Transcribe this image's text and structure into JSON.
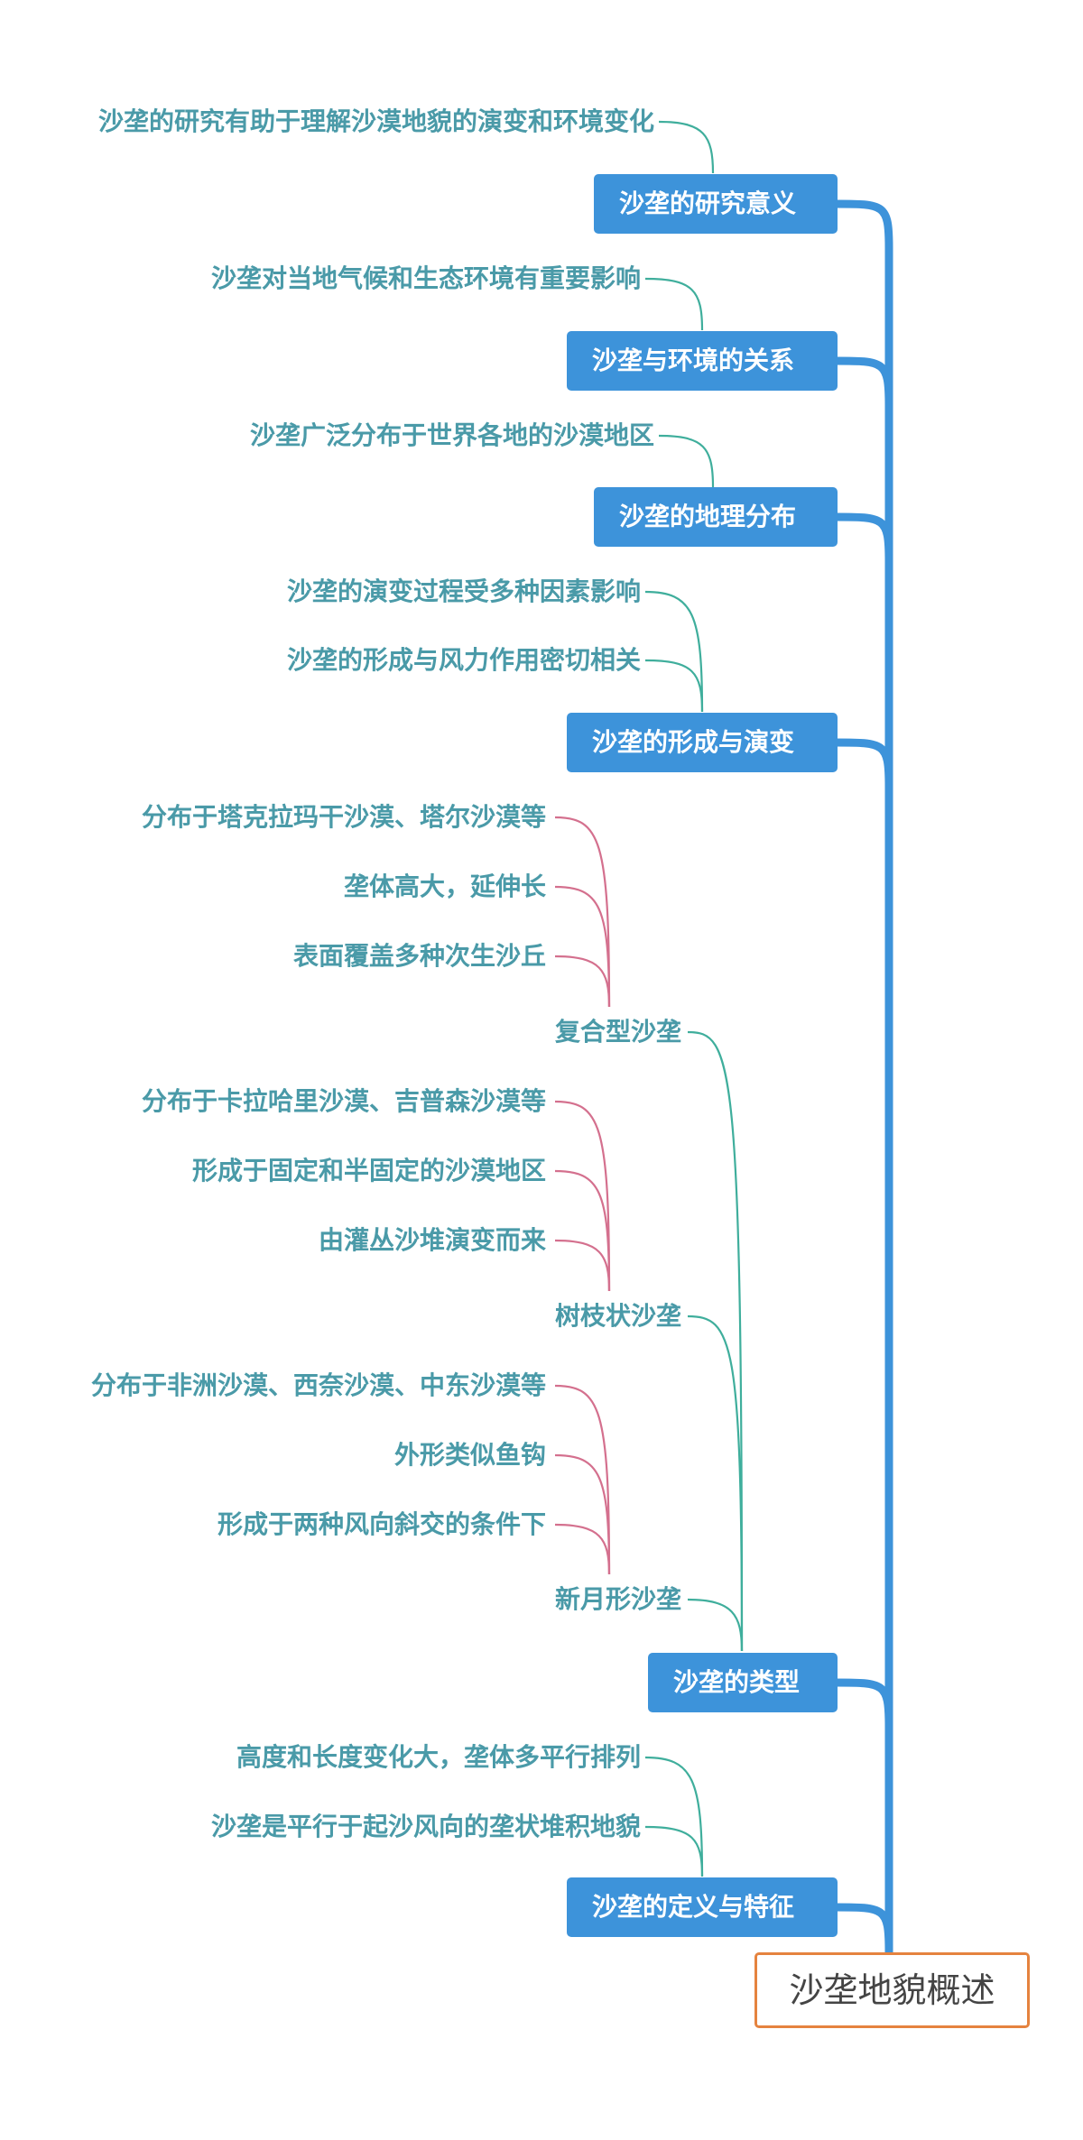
{
  "root": {
    "label": "沙垄地貌概述"
  },
  "branches": [
    {
      "label": "沙垄的研究意义",
      "leaves": [
        "沙垄的研究有助于理解沙漠地貌的演变和环境变化"
      ]
    },
    {
      "label": "沙垄与环境的关系",
      "leaves": [
        "沙垄对当地气候和生态环境有重要影响"
      ]
    },
    {
      "label": "沙垄的地理分布",
      "leaves": [
        "沙垄广泛分布于世界各地的沙漠地区"
      ]
    },
    {
      "label": "沙垄的形成与演变",
      "leaves": [
        "沙垄的演变过程受多种因素影响",
        "沙垄的形成与风力作用密切相关"
      ]
    },
    {
      "label": "沙垄的类型",
      "subtypes": [
        {
          "label": "复合型沙垄",
          "leaves": [
            "分布于塔克拉玛干沙漠、塔尔沙漠等",
            "垄体高大，延伸长",
            "表面覆盖多种次生沙丘"
          ]
        },
        {
          "label": "树枝状沙垄",
          "leaves": [
            "分布于卡拉哈里沙漠、吉普森沙漠等",
            "形成于固定和半固定的沙漠地区",
            "由灌丛沙堆演变而来"
          ]
        },
        {
          "label": "新月形沙垄",
          "leaves": [
            "分布于非洲沙漠、西奈沙漠、中东沙漠等",
            "外形类似鱼钩",
            "形成于两种风向斜交的条件下"
          ]
        }
      ]
    },
    {
      "label": "沙垄的定义与特征",
      "leaves": [
        "高度和长度变化大，垄体多平行排列",
        "沙垄是平行于起沙风向的垄状堆积地貌"
      ]
    }
  ],
  "colors": {
    "trunk": "#3d93da",
    "branch_fill": "#3d93da",
    "teal_connector": "#3fae9c",
    "pink_connector": "#d4708e",
    "root_border": "#e5833f",
    "leaf_text": "#4a9aa8"
  }
}
